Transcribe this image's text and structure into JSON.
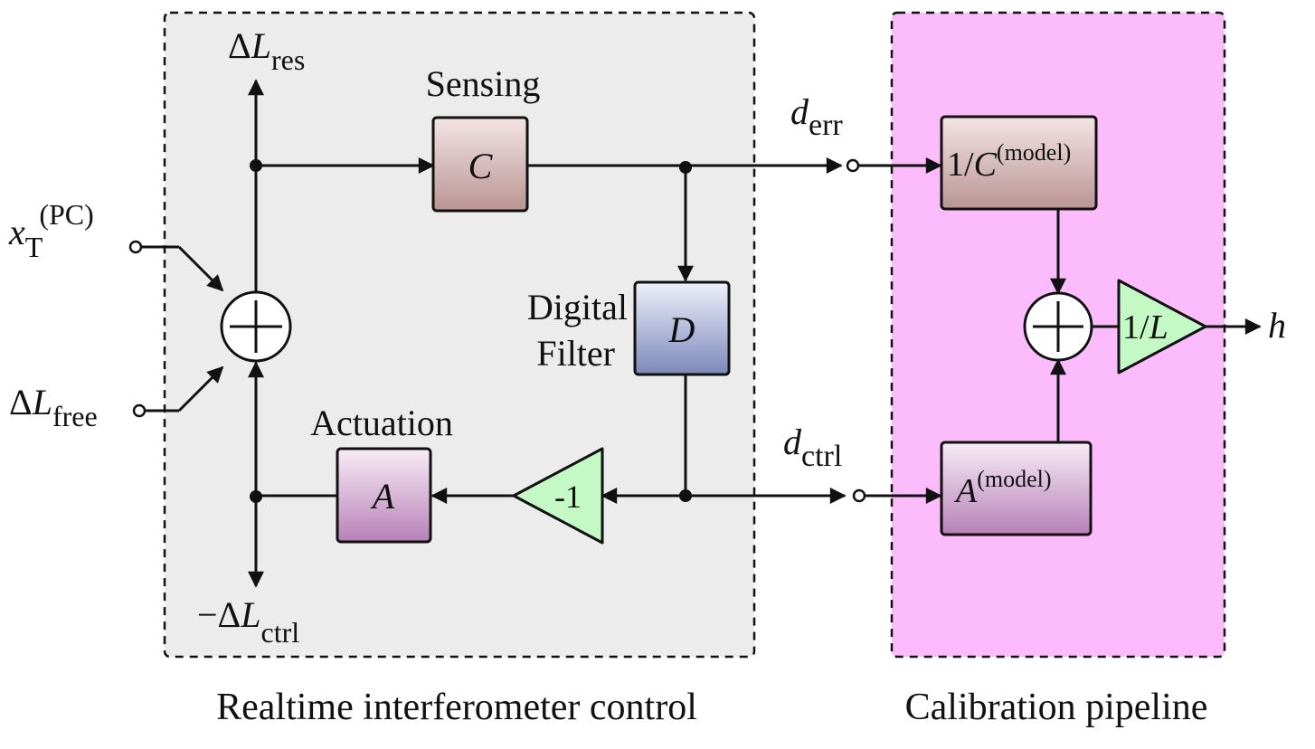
{
  "regions": {
    "realtime": {
      "caption": "Realtime interferometer control",
      "fill": "#ececec"
    },
    "calibration": {
      "caption": "Calibration pipeline",
      "fill": "#fcbcfc"
    }
  },
  "inputs": {
    "xT": {
      "base": "x",
      "sub": "T",
      "sup": "(PC)"
    },
    "dL_free": {
      "prefix": "Δ",
      "base": "L",
      "sub": "free"
    }
  },
  "outputs": {
    "dL_res": {
      "prefix": "Δ",
      "base": "L",
      "sub": "res"
    },
    "dL_ctrl": {
      "prefix": "−Δ",
      "base": "L",
      "sub": "ctrl"
    },
    "h": "h"
  },
  "signals": {
    "d_err": {
      "base": "d",
      "sub": "err"
    },
    "d_ctrl": {
      "base": "d",
      "sub": "ctrl"
    }
  },
  "blocks": {
    "sensing": {
      "title": "Sensing",
      "symbol": "C"
    },
    "digital_filter": {
      "title_line1": "Digital",
      "title_line2": "Filter",
      "symbol": "D"
    },
    "actuation": {
      "title": "Actuation",
      "symbol": "A"
    },
    "inverter": {
      "gain": "-1"
    },
    "inv_c_model": {
      "prefix": "1/",
      "symbol": "C",
      "sup": "(model)"
    },
    "a_model": {
      "symbol": "A",
      "sup": "(model)"
    },
    "inv_L": {
      "prefix": "1/",
      "symbol": "L"
    }
  },
  "colors": {
    "sensing_block": [
      "#f4e4e4",
      "#b99494"
    ],
    "filter_block": [
      "#eef0fa",
      "#7c88bc"
    ],
    "actuation_block": [
      "#f8ecf6",
      "#b680b8"
    ],
    "gain_block": "#c4f8c4",
    "line": "#111111"
  }
}
